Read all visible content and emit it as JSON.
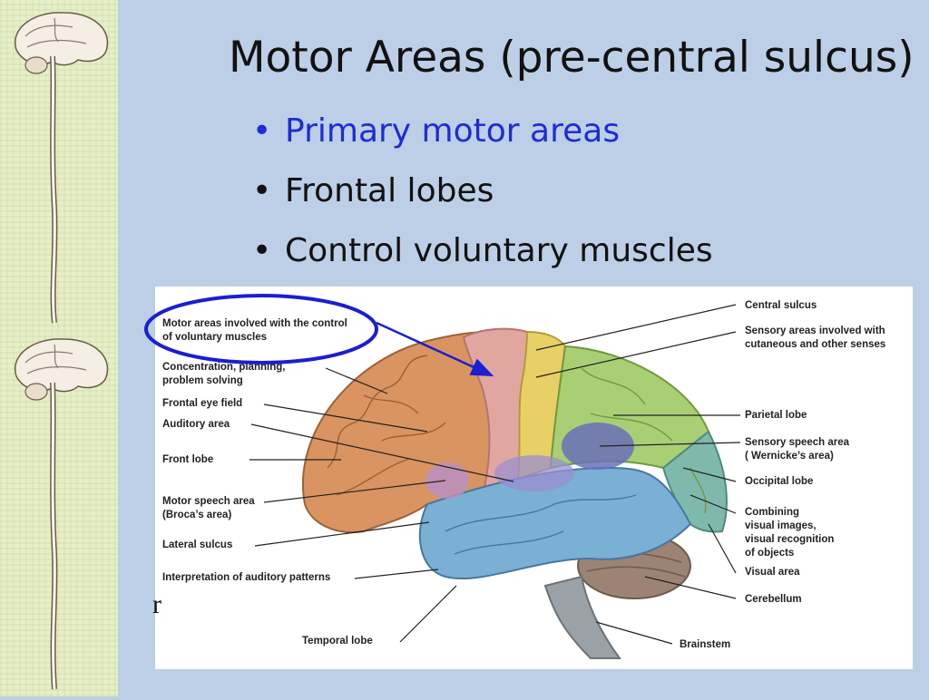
{
  "slide": {
    "title": "Motor Areas (pre-central sulcus)",
    "bullets": [
      {
        "text": "Primary motor areas",
        "color": "#1f2bd6"
      },
      {
        "text": "Frontal lobes",
        "color": "#111111"
      },
      {
        "text": "Control voluntary muscles",
        "color": "#111111"
      }
    ],
    "bullet_glyph": "•",
    "stray_text": "r"
  },
  "figure": {
    "left_labels": [
      "Motor areas involved with the control\nof voluntary muscles",
      "Concentration, planning,\nproblem solving",
      "Frontal eye field",
      "Auditory area",
      "Front lobe",
      "Motor speech area\n(Broca’s area)",
      "Lateral sulcus",
      "Interpretation of auditory patterns",
      "Temporal lobe"
    ],
    "right_labels": [
      "Central sulcus",
      "Sensory areas involved with\ncutaneous and other senses",
      "Parietal lobe",
      "Sensory speech area\n( Wernicke’s area)",
      "Occipital lobe",
      "Combining\nvisual images,\nvisual recognition\nof objects",
      "Visual area",
      "Cerebellum",
      "Brainstem"
    ],
    "highlight_color": "#1a1fd0"
  },
  "decorations": {
    "side_icon": "brain-spinal-cord-icon"
  }
}
